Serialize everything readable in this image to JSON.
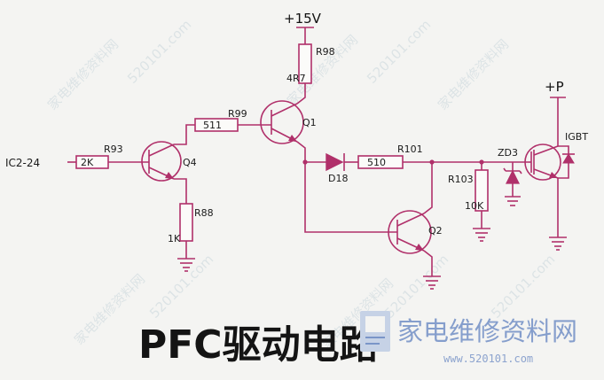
{
  "diagram": {
    "title": "PFC驱动电路",
    "labels": {
      "vcc": "+15V",
      "vp": "+P",
      "input": "IC2-24",
      "r93": "R93",
      "r93_value": "2K",
      "q4": "Q4",
      "r88": "R88",
      "r88_value": "1K",
      "r99": "R99",
      "r99_value": "511",
      "q1": "Q1",
      "r98": "R98",
      "r98_value": "4R7",
      "d18": "D18",
      "r101": "R101",
      "r101_value": "510",
      "r103": "R103",
      "r103_value": "10K",
      "q2": "Q2",
      "zd3": "ZD3",
      "igbt": "IGBT"
    },
    "watermark": {
      "text": "家电维修资料网",
      "url": "520101.com",
      "logo_text": "家电维修资料网",
      "logo_url": "www.520101.com"
    }
  },
  "colors": {
    "wire": "#b0306a",
    "text": "#1a1a1a",
    "background": "#f4f4f2",
    "watermark": "#c9d6dc",
    "logo": "#7a95c8"
  }
}
